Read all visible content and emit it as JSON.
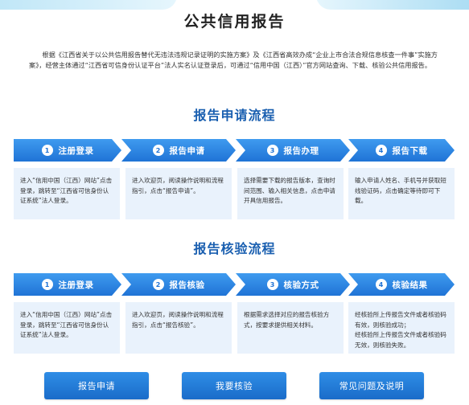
{
  "page": {
    "title": "公共信用报告",
    "intro": "根据《江西省关于以公共信用报告替代无违法违规记录证明的实施方案》及《江西省高效办成“企业上市合法合规信息核查一件事”实施方案》，经营主体通过“江西省可信身份认证平台”法人实名认证登录后，可通过“信用中国（江西）”官方网站查询、下载、核验公共信用报告。"
  },
  "apply": {
    "title": "报告申请流程",
    "steps": [
      {
        "num": "1",
        "label": "注册登录"
      },
      {
        "num": "2",
        "label": "报告申请"
      },
      {
        "num": "3",
        "label": "报告办理"
      },
      {
        "num": "4",
        "label": "报告下载"
      }
    ],
    "descs": [
      "进入“信用中国（江西）网站”点击登录，跳转至“江西省可信身份认证系统”法人登录。",
      "进入欢迎页，阅读操作说明和流程指引，点击“报告申请”。",
      "选择需要下载的报告版本，查询时间范围、输入相关信息，点击申请开具信用报告。",
      "输入申请人姓名、手机号并获取短线验证码，点击确定等待即可下载。"
    ]
  },
  "verify": {
    "title": "报告核验流程",
    "steps": [
      {
        "num": "1",
        "label": "注册登录"
      },
      {
        "num": "2",
        "label": "报告核验"
      },
      {
        "num": "3",
        "label": "核验方式"
      },
      {
        "num": "4",
        "label": "核验结果"
      }
    ],
    "descs": [
      "进入“信用中国（江西）网站”点击登录，跳转至“江西省可信身份认证系统”法人登录。",
      "进入欢迎页，阅读操作说明和流程指引，点击“报告核验”。",
      "根据需求选择对应的报告核验方式，按要求提供相关材料。",
      "经核验所上传报告文件或者核验码有效，则核验成功；\n经核验所上传报告文件或者核验码无效，则核验失败。"
    ]
  },
  "buttons": {
    "apply": "报告申请",
    "verify": "我要核验",
    "faq": "常见问题及说明"
  },
  "colors": {
    "accent": "#1f73d6",
    "title_blue": "#1a5fb0",
    "desc_bg": "#e9f2fc"
  }
}
